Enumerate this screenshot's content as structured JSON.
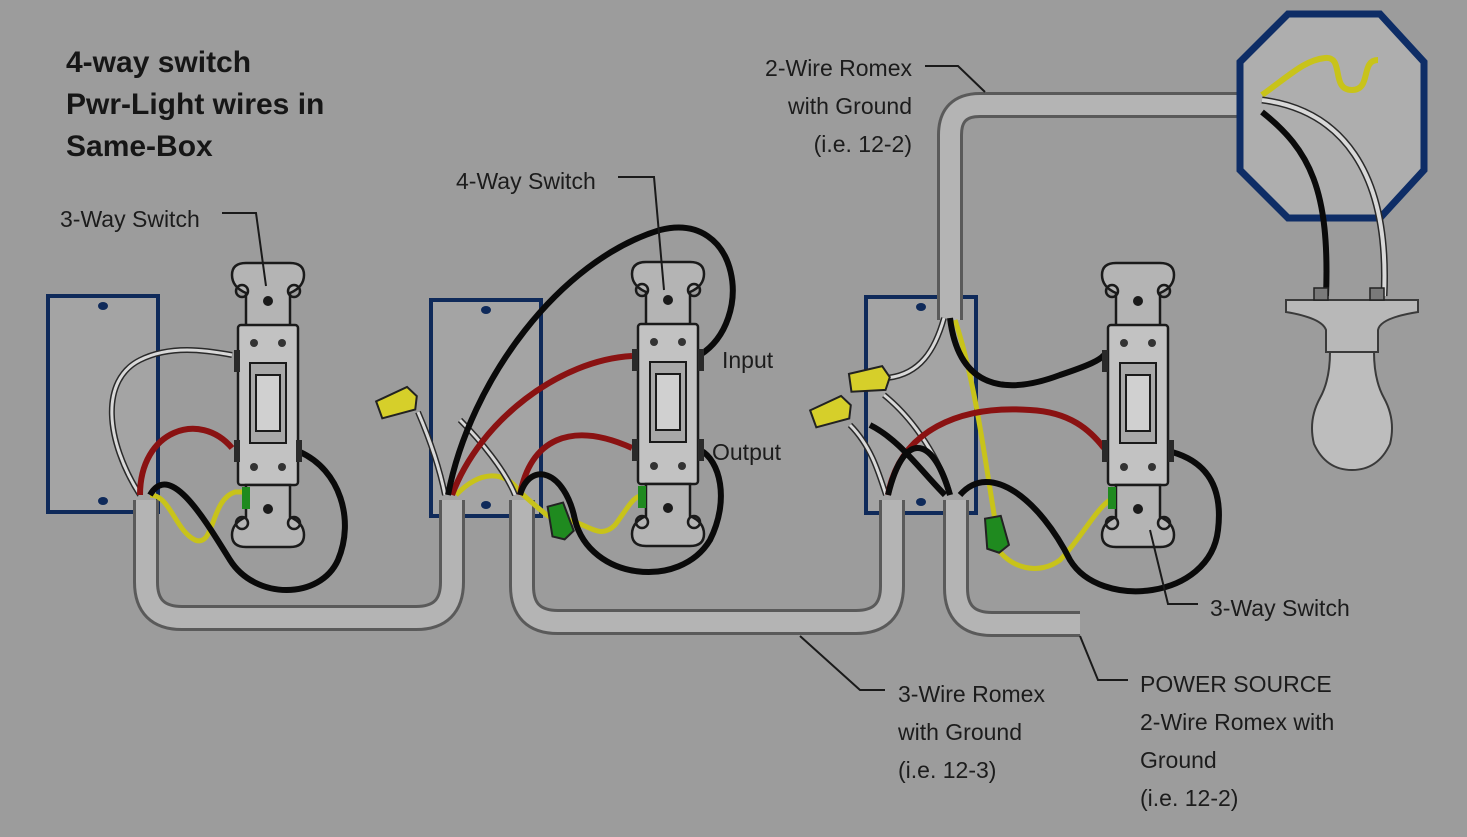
{
  "title": {
    "line1": "4-way switch",
    "line2": "Pwr-Light wires in",
    "line3": "Same-Box"
  },
  "labels": {
    "left_switch": "3-Way Switch",
    "middle_switch": "4-Way Switch",
    "right_switch": "3-Way Switch",
    "input": "Input",
    "output": "Output",
    "romex_light": {
      "line1": "2-Wire Romex",
      "line2": "with Ground",
      "line3": "(i.e. 12-2)"
    },
    "romex_3wire": {
      "line1": "3-Wire Romex",
      "line2": "with Ground",
      "line3": "(i.e. 12-3)"
    },
    "power_source": {
      "line1": "POWER SOURCE",
      "line2": "2-Wire Romex with",
      "line3": "Ground",
      "line4": "(i.e. 12-2)"
    }
  },
  "colors": {
    "background": "#9c9c9c",
    "box_outline": "#0f2a5a",
    "hot_red": "#8a1212",
    "black_wire": "#0a0a0a",
    "white_wire": "#d8d8d8",
    "ground_bare": "#c8c31a",
    "ground_green": "#1f8a1f",
    "wire_nut": "#d6cf2a",
    "fixture_box": "#0e2d66"
  }
}
